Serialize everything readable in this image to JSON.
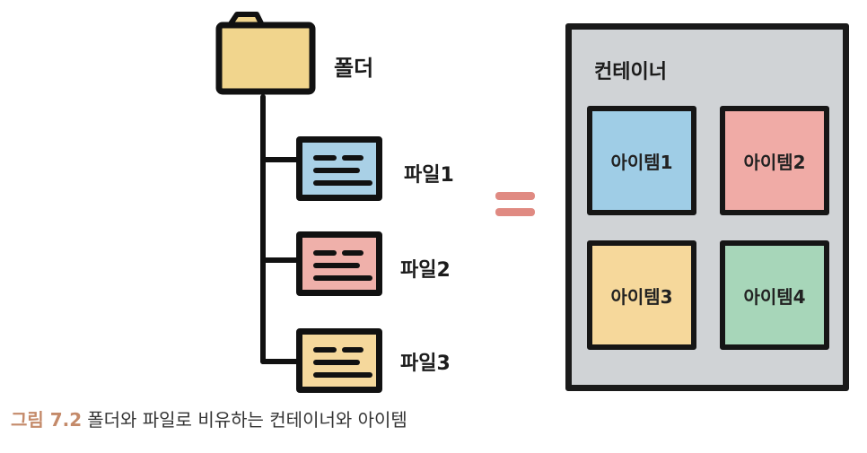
{
  "folder": {
    "label": "폴더",
    "icon": "folder-icon",
    "color": "#f1d58d"
  },
  "files": [
    {
      "label": "파일1",
      "icon": "file-icon",
      "color": "#a9d0e6"
    },
    {
      "label": "파일2",
      "icon": "file-icon",
      "color": "#efb0aa"
    },
    {
      "label": "파일3",
      "icon": "file-icon",
      "color": "#f5d89c"
    }
  ],
  "equals": {
    "symbol": "=",
    "color": "#e08a82"
  },
  "container": {
    "title": "컨테이너",
    "color": "#d0d3d6",
    "items": [
      {
        "label": "아이템1",
        "color": "#9fcde6"
      },
      {
        "label": "아이템2",
        "color": "#f0aba6"
      },
      {
        "label": "아이템3",
        "color": "#f6d89b"
      },
      {
        "label": "아이템4",
        "color": "#a7d6b9"
      }
    ]
  },
  "caption": {
    "figure": "그림 7.2",
    "text": "폴더와 파일로 비유하는 컨테이너와 아이템"
  }
}
